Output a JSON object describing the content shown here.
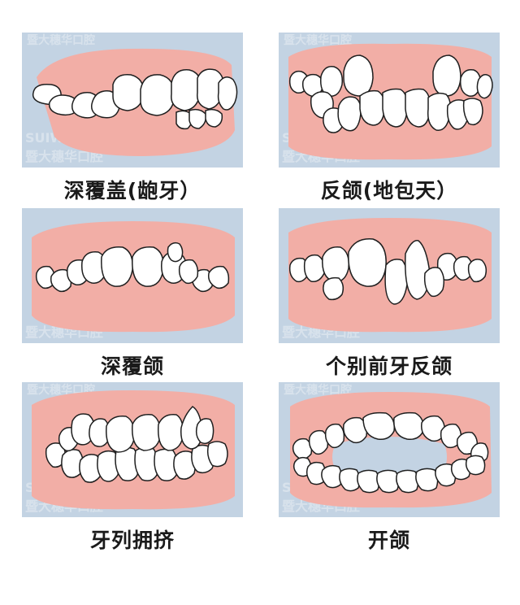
{
  "panels": [
    {
      "caption": "深覆盖(龅牙）",
      "diagram": "deep-overjet"
    },
    {
      "caption": "反颌(地包天）",
      "diagram": "underbite"
    },
    {
      "caption": "深覆颌",
      "diagram": "deep-overbite"
    },
    {
      "caption": "个别前牙反颌",
      "diagram": "anterior-crossbite"
    },
    {
      "caption": "牙列拥挤",
      "diagram": "crowding"
    },
    {
      "caption": "开颌",
      "diagram": "open-bite"
    }
  ],
  "watermark": {
    "latin": "SUIWAH",
    "chinese": "暨大穗华口腔"
  },
  "colors": {
    "panel_bg": "#c3d3e3",
    "gum": "#f2aea6",
    "tooth": "#ffffff",
    "outline": "#1f1f1f"
  }
}
